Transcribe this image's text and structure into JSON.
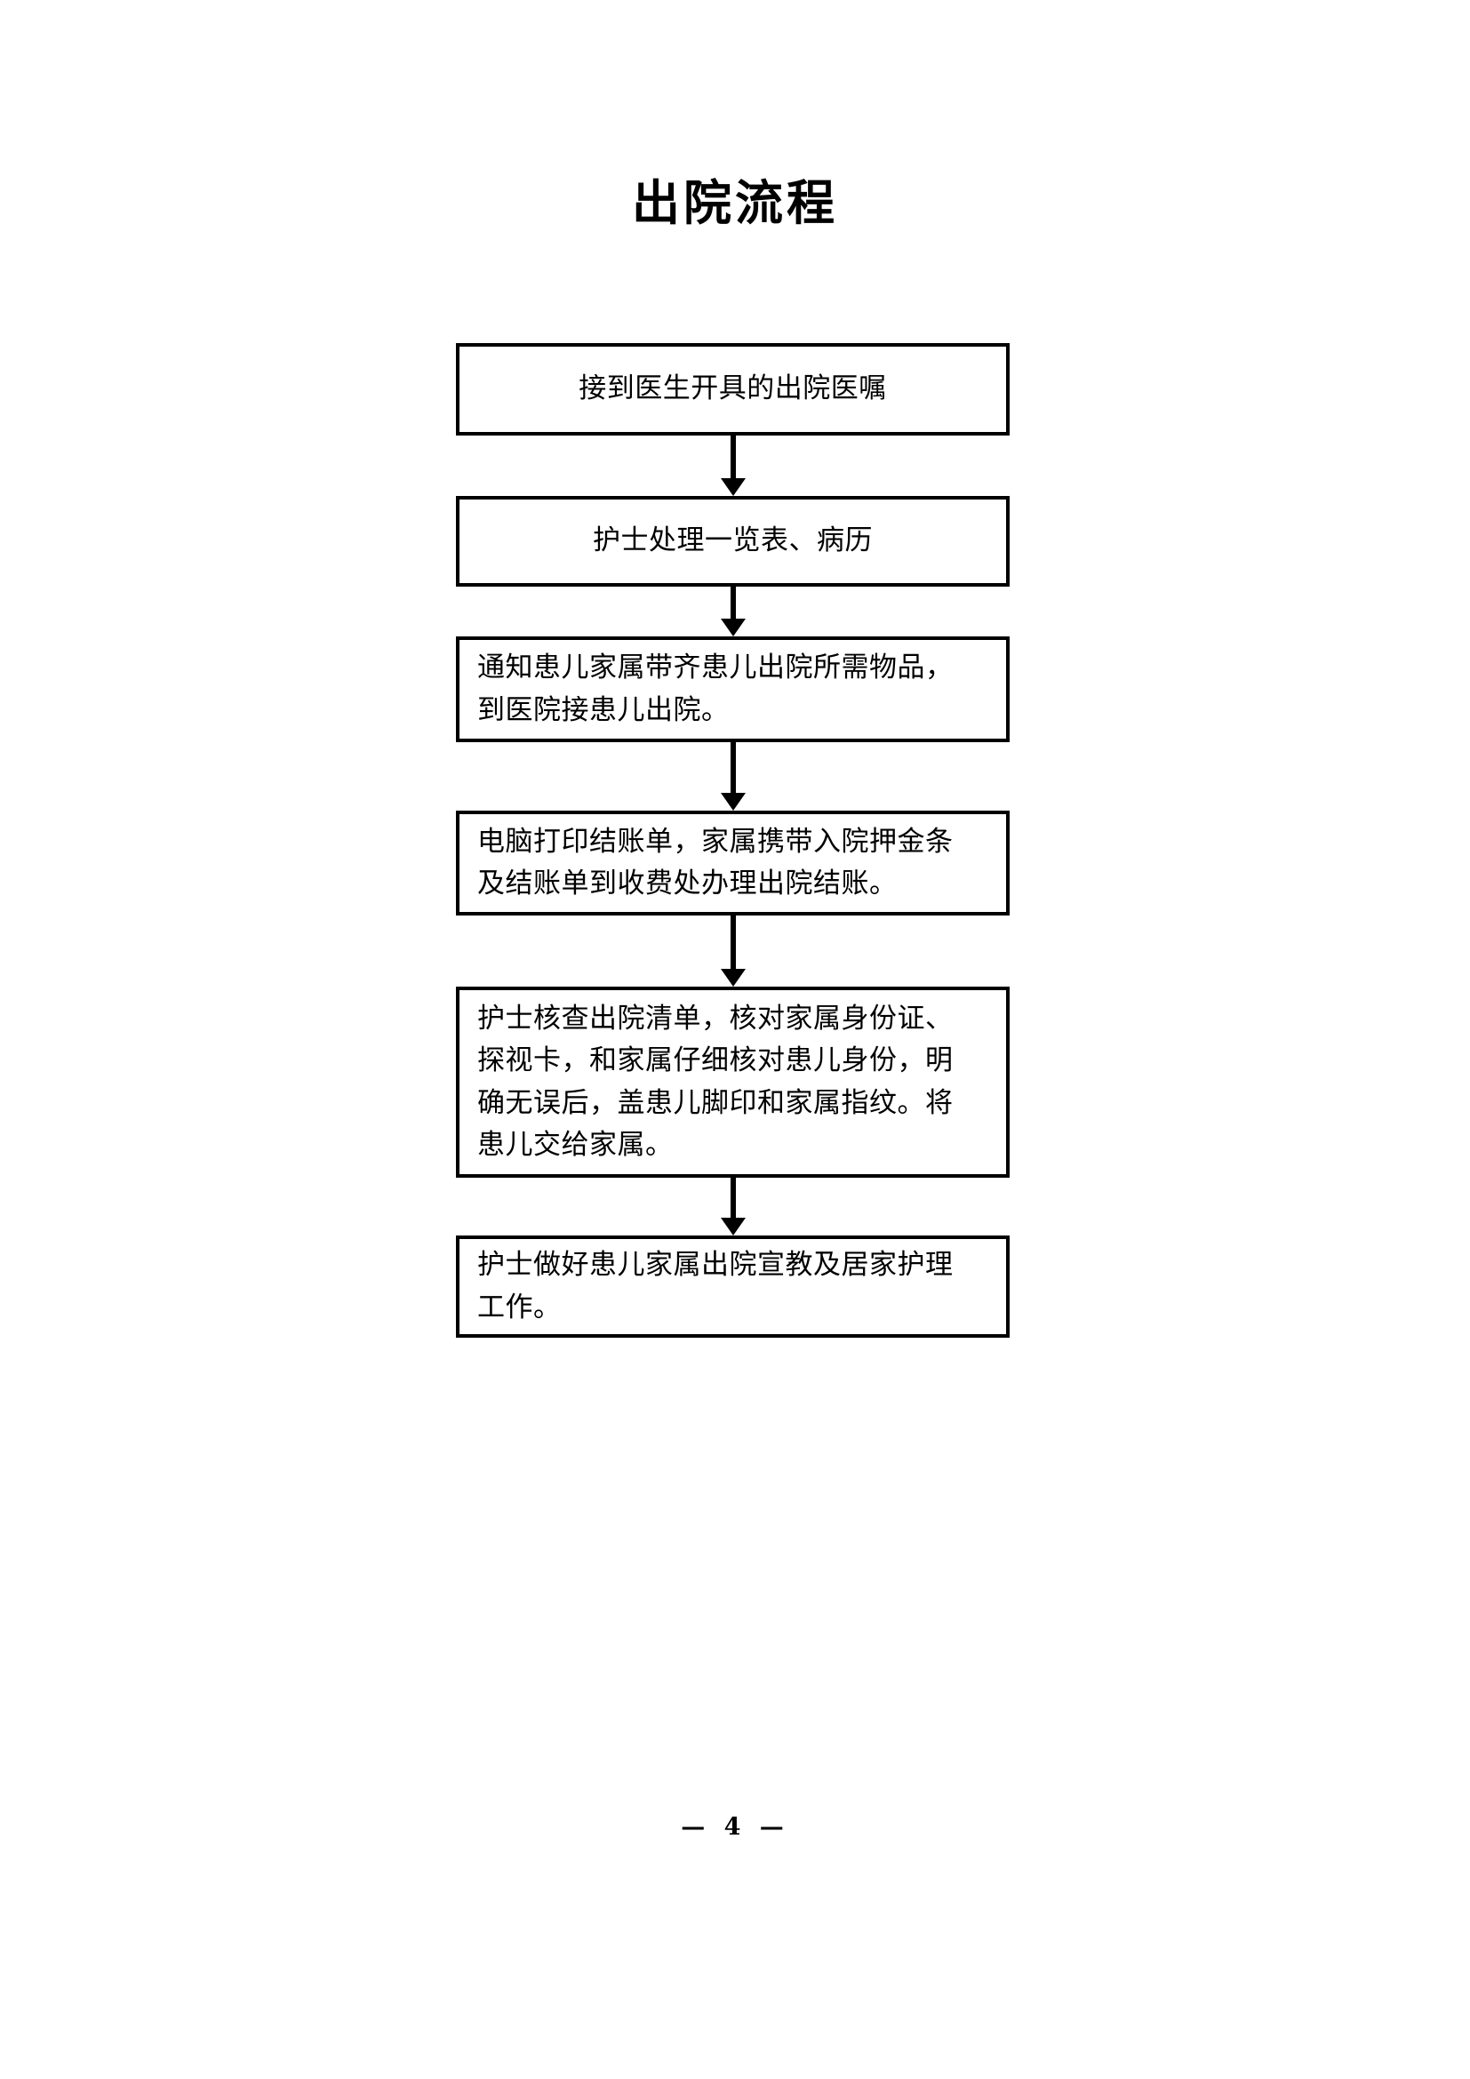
{
  "document": {
    "title": "出院流程",
    "page_number_label": "— 4 —"
  },
  "flowchart": {
    "type": "flowchart",
    "orientation": "vertical-top-down",
    "connector_style": "solid-line-with-filled-arrowhead",
    "border_color": "#000000",
    "background_color": "#ffffff",
    "text_color": "#000000",
    "nodes": [
      {
        "id": "step-1",
        "align": "center",
        "lines": [
          "接到医生开具的出院医嘱"
        ],
        "text": "接到医生开具的出院医嘱"
      },
      {
        "id": "step-2",
        "align": "center",
        "lines": [
          "护士处理一览表、病历"
        ],
        "text": "护士处理一览表、病历"
      },
      {
        "id": "step-3",
        "align": "left",
        "lines": [
          "通知患儿家属带齐患儿出院所需物品，",
          "到医院接患儿出院。"
        ],
        "text": "通知患儿家属带齐患儿出院所需物品，到医院接患儿出院。"
      },
      {
        "id": "step-4",
        "align": "left",
        "lines": [
          "电脑打印结账单，家属携带入院押金条",
          "及结账单到收费处办理出院结账。"
        ],
        "text": "电脑打印结账单，家属携带入院押金条及结账单到收费处办理出院结账。"
      },
      {
        "id": "step-5",
        "align": "left",
        "lines": [
          "护士核查出院清单，核对家属身份证、",
          "探视卡，和家属仔细核对患儿身份，明",
          "确无误后，盖患儿脚印和家属指纹。将",
          "患儿交给家属。"
        ],
        "text": "护士核查出院清单，核对家属身份证、探视卡，和家属仔细核对患儿身份，明确无误后，盖患儿脚印和家属指纹。将患儿交给家属。"
      },
      {
        "id": "step-6",
        "align": "left",
        "lines": [
          "护士做好患儿家属出院宣教及居家护理",
          "工作。"
        ],
        "text": "护士做好患儿家属出院宣教及居家护理工作。"
      }
    ],
    "edges": [
      {
        "from": "step-1",
        "to": "step-2"
      },
      {
        "from": "step-2",
        "to": "step-3"
      },
      {
        "from": "step-3",
        "to": "step-4"
      },
      {
        "from": "step-4",
        "to": "step-5"
      },
      {
        "from": "step-5",
        "to": "step-6"
      }
    ]
  }
}
